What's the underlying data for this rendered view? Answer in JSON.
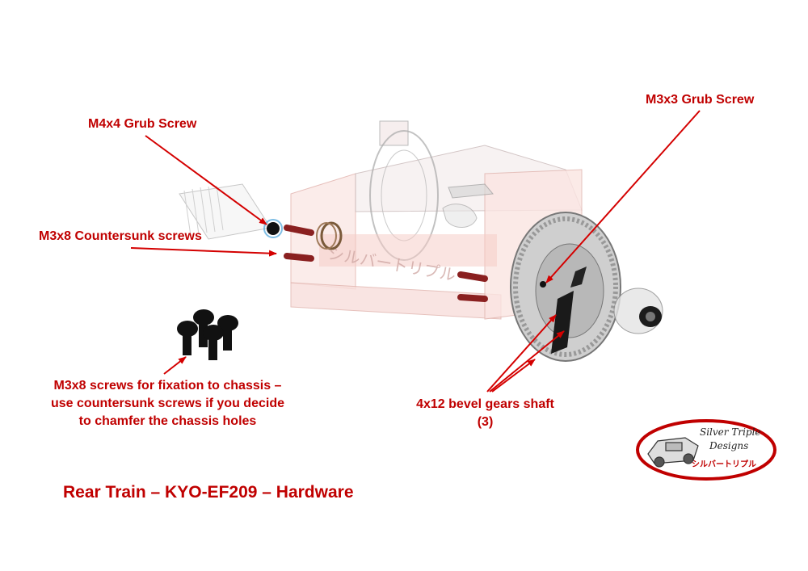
{
  "labels": {
    "m4x4_grub": "M4x4 Grub Screw",
    "m3x3_grub": "M3x3 Grub Screw",
    "m3x8_countersunk": "M3x8 Countersunk screws",
    "m3x8_fixation_line1": "M3x8 screws for fixation to chassis –",
    "m3x8_fixation_line2": "use countersunk screws if you decide",
    "m3x8_fixation_line3": "to chamfer the chassis holes",
    "bevel_shaft_line1": "4x12 bevel gears shaft",
    "bevel_shaft_line2": "(3)"
  },
  "title": "Rear Train – KYO-EF209 – Hardware",
  "logo": {
    "line1": "Silver Triple",
    "line2": "Designs",
    "line3": "シルバートリプル"
  },
  "watermark": "シルバートリプル",
  "colors": {
    "accent": "#c00000",
    "arrow": "#d40000"
  }
}
